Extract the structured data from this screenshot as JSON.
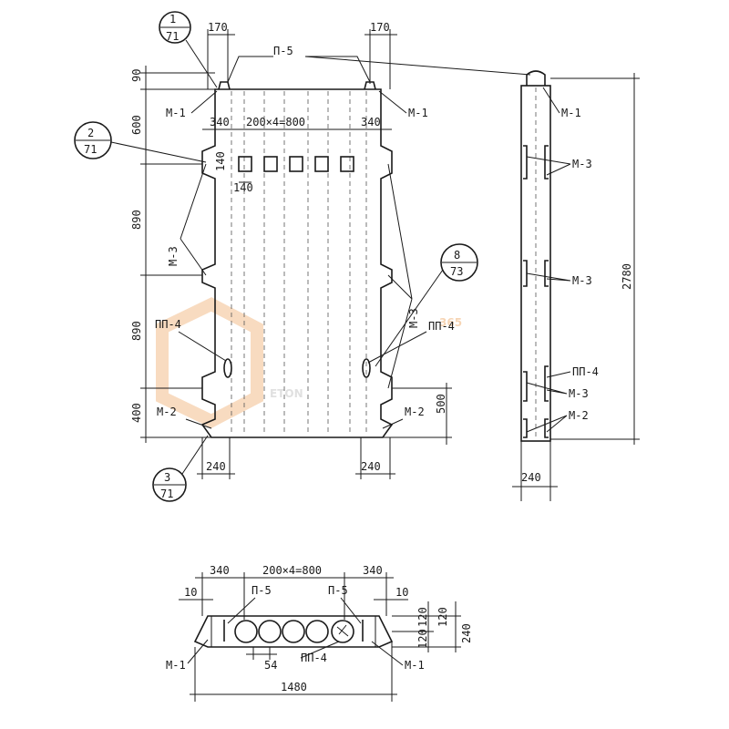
{
  "callouts": {
    "c1": {
      "num": "1",
      "sheet": "71"
    },
    "c2": {
      "num": "2",
      "sheet": "71"
    },
    "c3": {
      "num": "3",
      "sheet": "71"
    },
    "c8": {
      "num": "8",
      "sheet": "73"
    }
  },
  "front_view": {
    "dim_170_left": "170",
    "dim_170_right": "170",
    "label_p5": "П-5",
    "dim_90": "90",
    "dim_600": "600",
    "dim_890_top": "890",
    "dim_890_mid": "890",
    "dim_400": "400",
    "dim_500": "500",
    "dim_340_left": "340",
    "dim_340_right": "340",
    "dim_openings": "200×4=800",
    "dim_140_a": "140",
    "dim_140_b": "140",
    "dim_240_left": "240",
    "dim_240_right": "240",
    "label_m1_left": "М-1",
    "label_m1_right": "М-1",
    "label_m3_left": "М-3",
    "label_m3_right": "М-3",
    "label_pp4_left": "ПП-4",
    "label_pp4_right": "ПП-4",
    "label_m2_left": "М-2",
    "label_m2_right": "М-2"
  },
  "side_view": {
    "label_m1": "М-1",
    "label_m3_a": "М-3",
    "label_m3_b": "М-3",
    "label_pp4": "ПП-4",
    "label_m3_c": "М-3",
    "label_m2": "М-2",
    "dim_2780": "2780",
    "dim_240": "240"
  },
  "plan_view": {
    "dim_340_left": "340",
    "dim_openings": "200×4=800",
    "dim_340_right": "340",
    "dim_10_left": "10",
    "dim_10_right": "10",
    "label_p5_left": "П-5",
    "label_p5_right": "П-5",
    "dim_120_a": "120",
    "dim_120_b": "120",
    "dim_120_c": "120",
    "dim_240": "240",
    "label_m1_left": "М-1",
    "label_m1_right": "М-1",
    "dim_54": "54",
    "label_pp4": "ПП-4",
    "dim_1480": "1480"
  },
  "watermark": {
    "brand": "ETON",
    "number": "365"
  }
}
